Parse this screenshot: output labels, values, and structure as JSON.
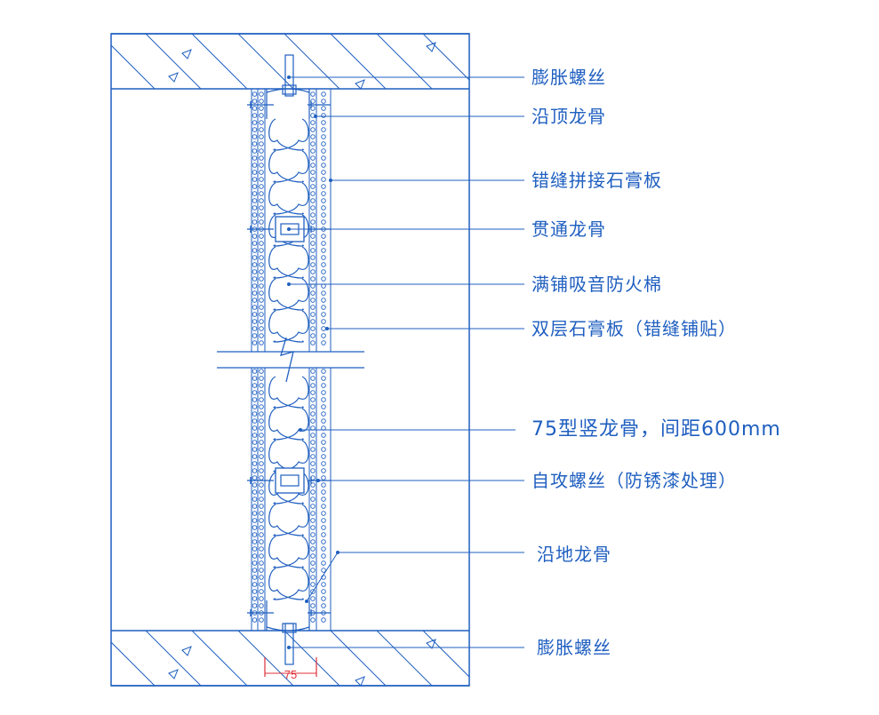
{
  "colors": {
    "line": "#1f5fc0",
    "dimension": "#e0303a"
  },
  "labels": [
    {
      "id": "expansion-bolt-top",
      "text": "膨胀螺丝"
    },
    {
      "id": "top-track",
      "text": "沿顶龙骨"
    },
    {
      "id": "staggered-gypsum",
      "text": "错缝拼接石膏板"
    },
    {
      "id": "through-channel",
      "text": "贯通龙骨"
    },
    {
      "id": "insulation",
      "text": "满铺吸音防火棉"
    },
    {
      "id": "double-gypsum",
      "text": "双层石膏板（错缝铺贴）"
    },
    {
      "id": "stud",
      "text": "75型竖龙骨，间距600mm"
    },
    {
      "id": "self-tapping-screw",
      "text": "自攻螺丝（防锈漆处理）"
    },
    {
      "id": "floor-track",
      "text": "沿地龙骨"
    },
    {
      "id": "expansion-bolt-bottom",
      "text": "膨胀螺丝"
    }
  ],
  "dimension": {
    "value": "75"
  }
}
